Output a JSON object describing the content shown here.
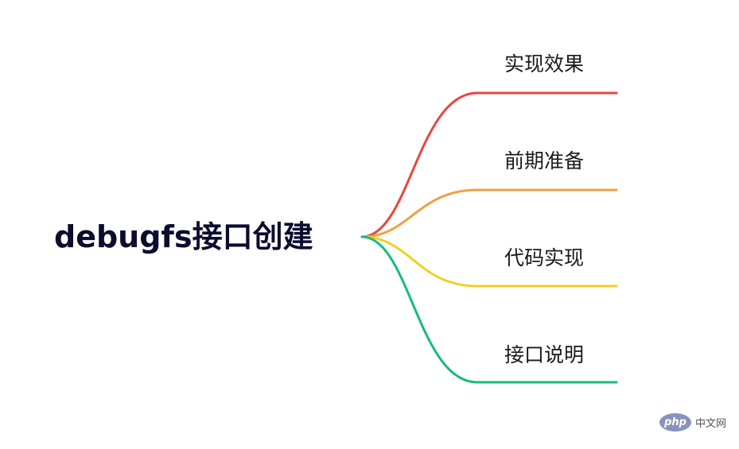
{
  "diagram": {
    "type": "mind-map",
    "root": {
      "label": "debugfs接口创建"
    },
    "branches": [
      {
        "label": "实现效果",
        "color": "#e8463f"
      },
      {
        "label": "前期准备",
        "color": "#f0a040"
      },
      {
        "label": "代码实现",
        "color": "#f2cf24"
      },
      {
        "label": "接口说明",
        "color": "#19bb7a"
      }
    ]
  },
  "watermark": {
    "logo": "php",
    "text": "中文网"
  }
}
